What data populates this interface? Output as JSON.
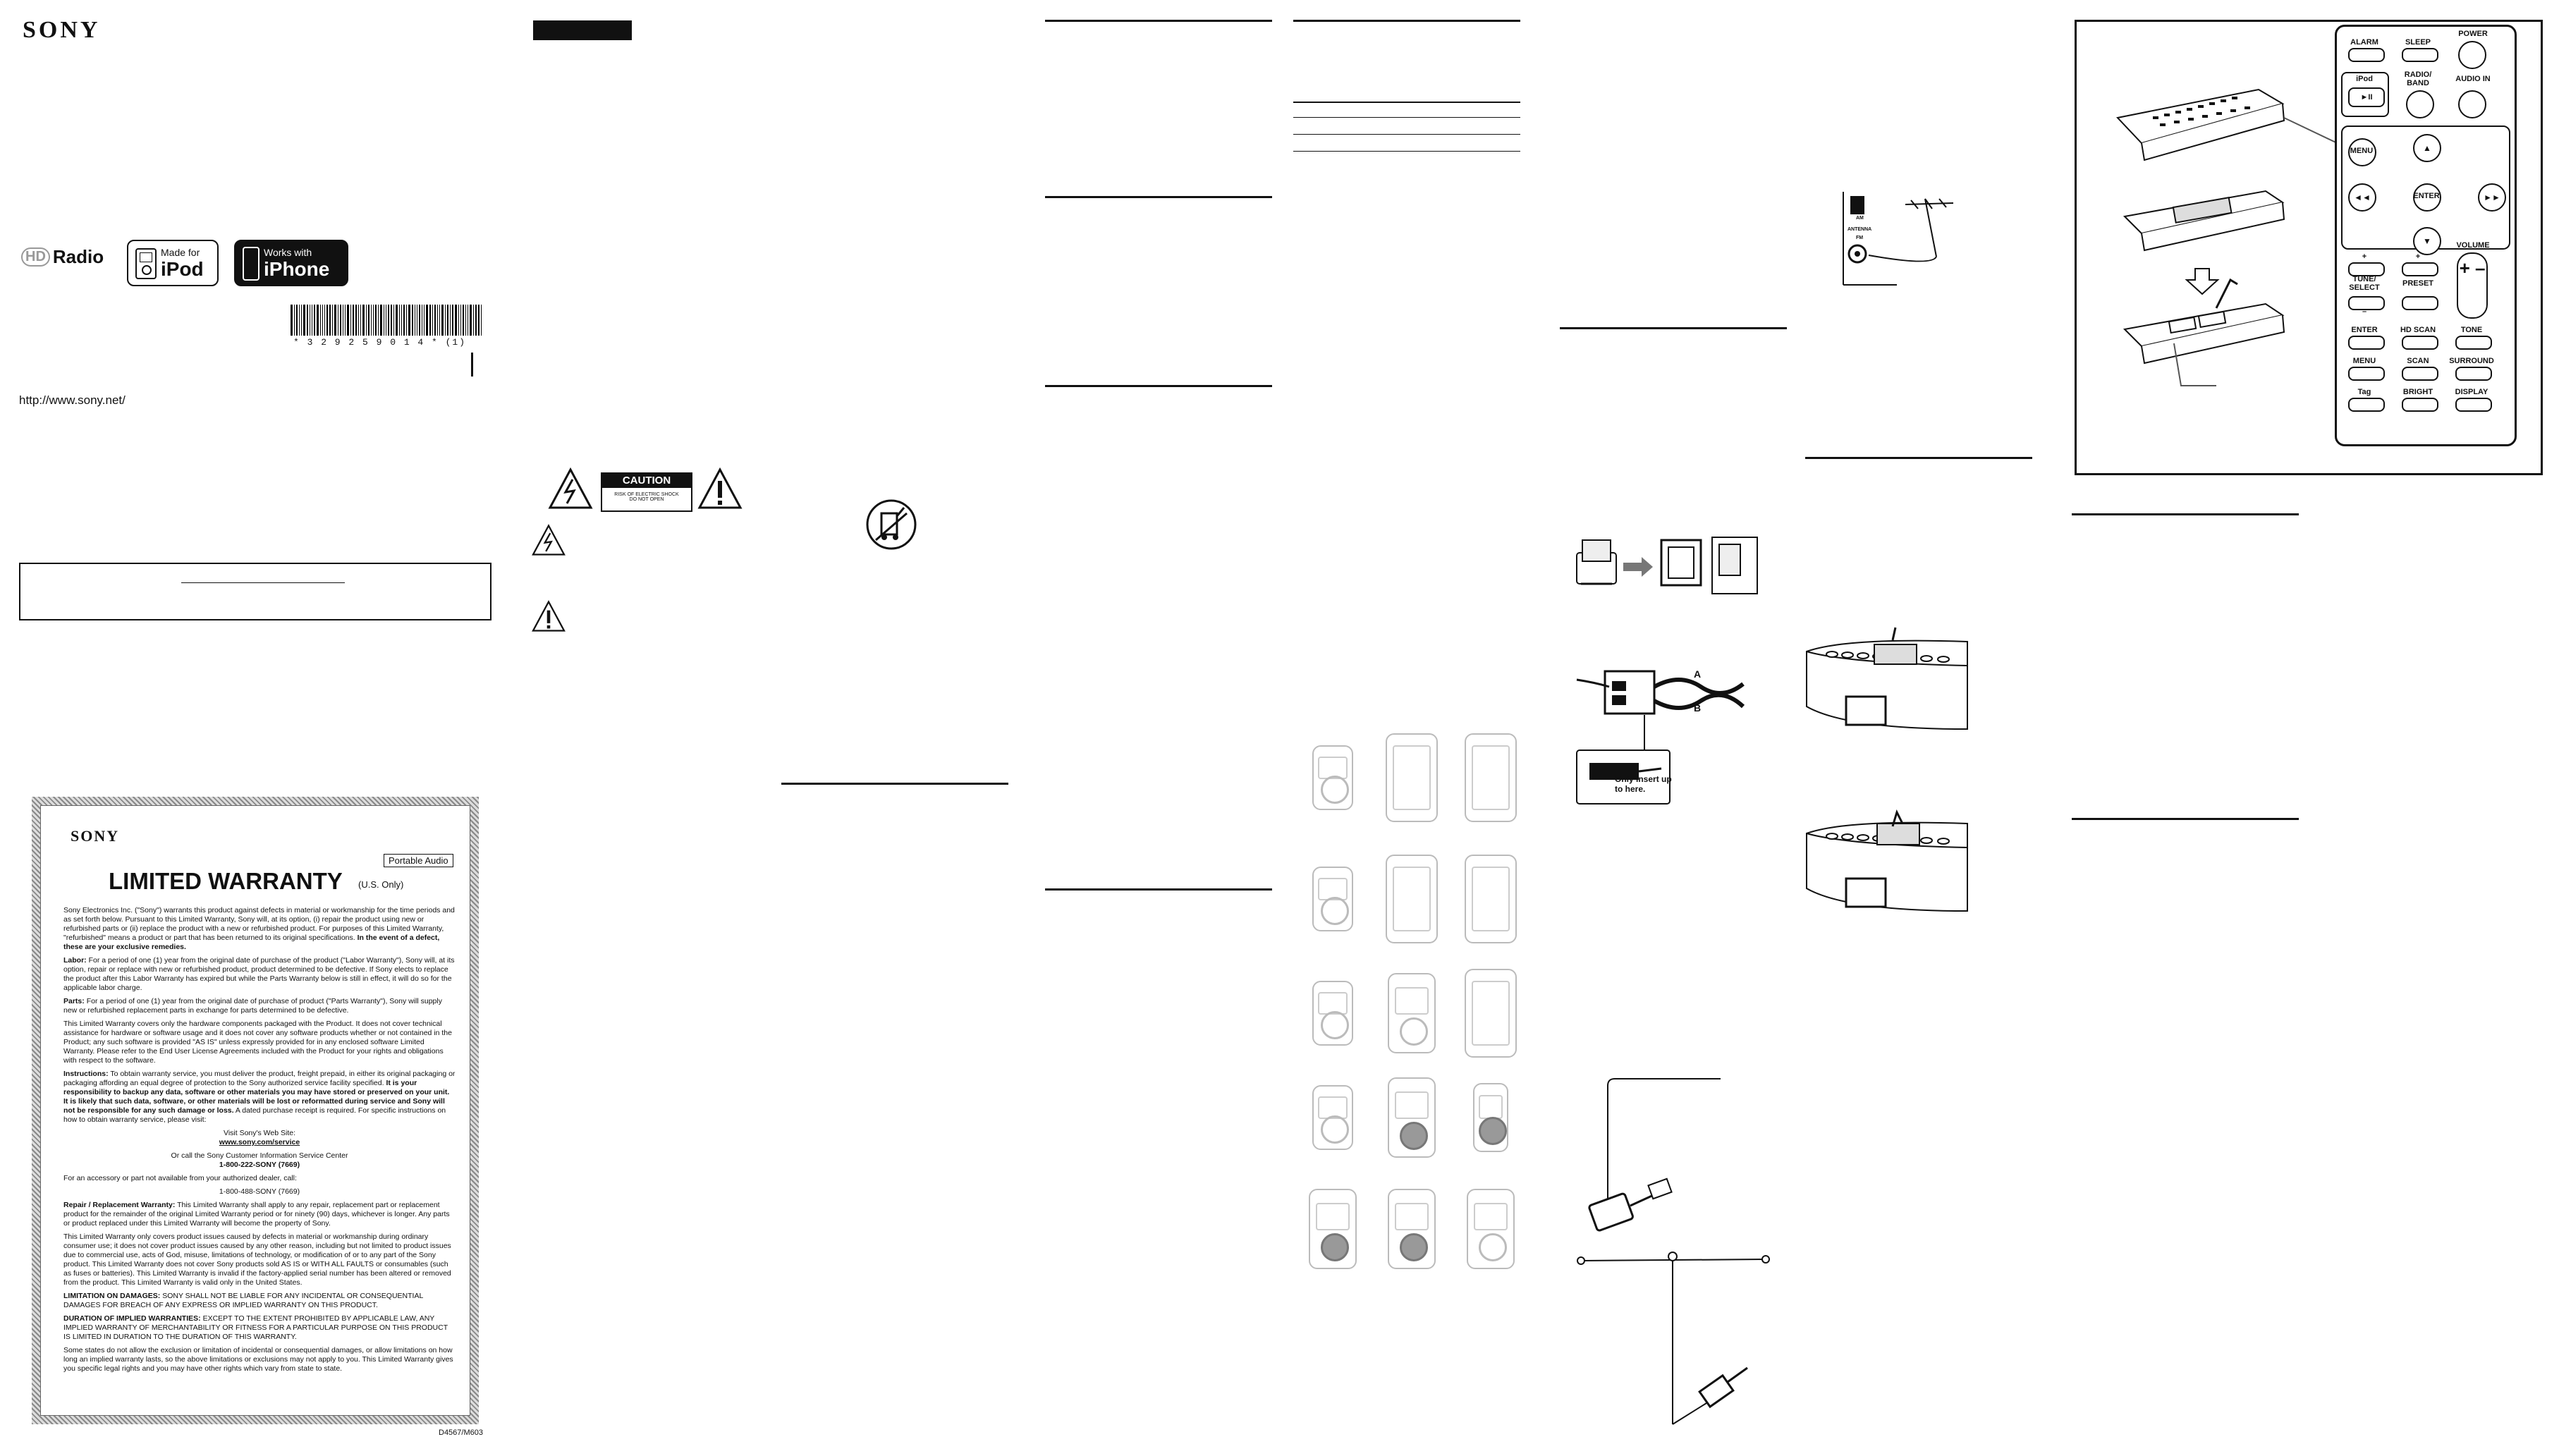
{
  "cover": {
    "brand": "SONY",
    "url": "http://www.sony.net/",
    "barcode_number": "* 3 2 9 2 5 9 0 1 4 * (1)",
    "logos": {
      "hd_radio_prefix": "HD",
      "hd_radio_word": "Radio",
      "made_for_top": "Made for",
      "made_for_bottom": "iPod",
      "works_with_top": "Works with",
      "works_with_bottom": "iPhone"
    }
  },
  "safety": {
    "caution_title": "CAUTION",
    "caution_line1": "RISK OF ELECTRIC SHOCK",
    "caution_line2": "DO NOT OPEN"
  },
  "warranty": {
    "brand": "SONY",
    "badge": "Portable Audio",
    "title": "LIMITED WARRANTY",
    "us_only": "(U.S. Only)",
    "intro": "Sony Electronics Inc. (\"Sony\") warrants this product against defects in material or workmanship for the time periods and as set forth below. Pursuant to this Limited Warranty, Sony will, at its option, (i) repair the product using new or refurbished parts or (ii) replace the product with a new or refurbished product. For purposes of this Limited Warranty, \"refurbished\" means a product or part that has been returned to its original specifications.",
    "intro_bold": "In the event of a defect, these are your exclusive remedies.",
    "labor_head": "Labor:",
    "labor": "For a period of one (1) year from the original date of purchase of the product (\"Labor Warranty\"), Sony will, at its option, repair or replace with new or refurbished product, product determined to be defective. If Sony elects to replace the product after this Labor Warranty has expired but while the Parts Warranty below is still in effect, it will do so for the applicable labor charge.",
    "parts_head": "Parts:",
    "parts": "For a period of one (1) year from the original date of purchase of product (\"Parts Warranty\"), Sony will supply new or refurbished replacement parts in exchange for parts determined to be defective.",
    "coverage": "This Limited Warranty covers only the hardware components packaged with the Product. It does not cover technical assistance for hardware or software usage and it does not cover any software products whether or not contained in the Product; any such software is provided \"AS IS\" unless expressly provided for in any enclosed software Limited Warranty. Please refer to the End User License Agreements included with the Product for your rights and obligations with respect to the software.",
    "instructions_head": "Instructions:",
    "instructions": "To obtain warranty service, you must deliver the product, freight prepaid, in either its original packaging or packaging affording an equal degree of protection to the Sony authorized service facility specified.",
    "instructions_bold": "It is your responsibility to backup any data, software or other materials you may have stored or preserved on your unit. It is likely that such data, software, or other materials will be lost or reformatted during service and Sony will not be responsible for any such damage or loss.",
    "instructions_tail": "A dated purchase receipt is required. For specific instructions on how to obtain warranty service, please visit:",
    "visit": "Visit Sony's Web Site:",
    "site": "www.sony.com/service",
    "call": "Or call the Sony Customer Information Service Center",
    "phone": "1-800-222-SONY (7669)",
    "accessory": "For an accessory or part not available from your authorized dealer, call:",
    "accessory_phone": "1-800-488-SONY (7669)",
    "repair_head": "Repair / Replacement Warranty:",
    "repair": "This Limited Warranty shall apply to any repair, replacement part or replacement product for the remainder of the original Limited Warranty period or for ninety (90) days, whichever is longer. Any parts or product replaced under this Limited Warranty will become the property of Sony.",
    "excl": "This Limited Warranty only covers product issues caused by defects in material or workmanship during ordinary consumer use; it does not cover product issues caused by any other reason, including but not limited to product issues due to commercial use, acts of God, misuse, limitations of technology, or modification of or to any part of the Sony product. This Limited Warranty does not cover Sony products sold AS IS or WITH ALL FAULTS or consumables (such as fuses or batteries). This Limited Warranty is invalid if the factory-applied serial number has been altered or removed from the product. This Limited Warranty is valid only in the United States.",
    "limitation_head": "LIMITATION ON DAMAGES:",
    "limitation": "SONY SHALL NOT BE LIABLE FOR ANY INCIDENTAL OR CONSEQUENTIAL DAMAGES FOR BREACH OF ANY EXPRESS OR IMPLIED WARRANTY ON THIS PRODUCT.",
    "duration_head": "DURATION OF IMPLIED WARRANTIES:",
    "duration": "EXCEPT TO THE EXTENT PROHIBITED BY APPLICABLE LAW, ANY IMPLIED WARRANTY OF MERCHANTABILITY OR FITNESS FOR A PARTICULAR PURPOSE ON THIS PRODUCT IS LIMITED IN DURATION TO THE DURATION OF THIS WARRANTY.",
    "states": "Some states do not allow the exclusion or limitation of incidental or consequential damages, or allow limitations on how long an implied warranty lasts, so the above limitations or exclusions may not apply to you. This Limited Warranty gives you specific legal rights and you may have other rights which vary from state to state.",
    "code": "D4567/M603"
  },
  "antenna": {
    "label_a": "A",
    "label_b": "B",
    "callout": "Only insert up to here.",
    "jack_am": "AM",
    "jack_label": "ANTENNA",
    "jack_fm": "FM"
  },
  "remote": {
    "alarm": "ALARM",
    "sleep": "SLEEP",
    "power": "POWER",
    "ipod": "iPod",
    "radio_band": "RADIO/ BAND",
    "audio_in": "AUDIO IN",
    "menu_small": "MENU",
    "enter_small": "ENTER",
    "play_pause": "►II",
    "tune_select": "TUNE/ SELECT",
    "preset": "PRESET",
    "volume": "VOLUME",
    "plus": "+",
    "minus": "–",
    "enter": "ENTER",
    "hd_scan": "HD SCAN",
    "tone": "TONE",
    "menu": "MENU",
    "scan": "SCAN",
    "surround": "SURROUND",
    "tag": "Tag",
    "bright": "BRIGHT",
    "display": "DISPLAY"
  }
}
